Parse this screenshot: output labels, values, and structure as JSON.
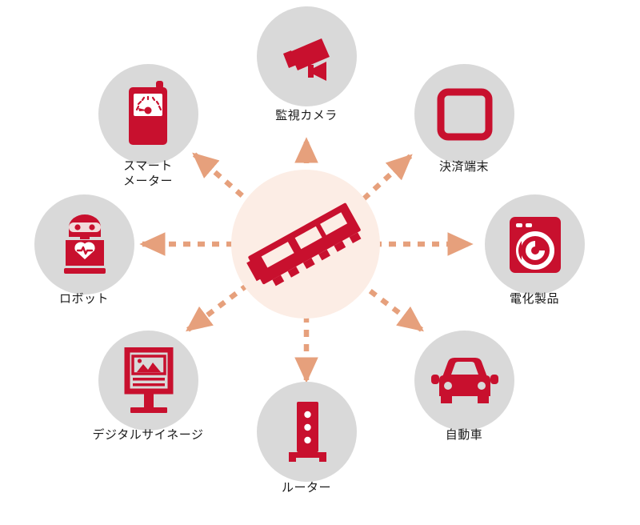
{
  "diagram": {
    "title": "IoT device memory module ecosystem diagram",
    "background_color": "#FFFFFF",
    "accent_color": "#CE0E2D",
    "arrow_color": "#E8A882",
    "node_circle_color": "#D9D9D9",
    "hub_circle_color": "#FCEDE5",
    "label_color": "#1A1A1A",
    "hub": {
      "icon": "memory-module-icon",
      "label": ""
    },
    "nodes": [
      {
        "id": "surveillance-camera",
        "label": "監視カメラ",
        "icon": "security-camera-icon",
        "angle_deg": 90
      },
      {
        "id": "payment-terminal",
        "label": "決済端末",
        "icon": "payment-terminal-icon",
        "angle_deg": 45
      },
      {
        "id": "home-appliance",
        "label": "電化製品",
        "icon": "washing-machine-icon",
        "angle_deg": 0
      },
      {
        "id": "automobile",
        "label": "自動車",
        "icon": "car-front-icon",
        "angle_deg": -45
      },
      {
        "id": "router",
        "label": "ルーター",
        "icon": "router-tower-icon",
        "angle_deg": -90
      },
      {
        "id": "digital-signage",
        "label": "デジタルサイネージ",
        "icon": "digital-signage-icon",
        "angle_deg": -135
      },
      {
        "id": "robot",
        "label": "ロボット",
        "icon": "robot-icon",
        "angle_deg": 180
      },
      {
        "id": "smart-meter",
        "label": "スマート\nメーター",
        "icon": "smart-meter-icon",
        "angle_deg": 135
      }
    ]
  }
}
